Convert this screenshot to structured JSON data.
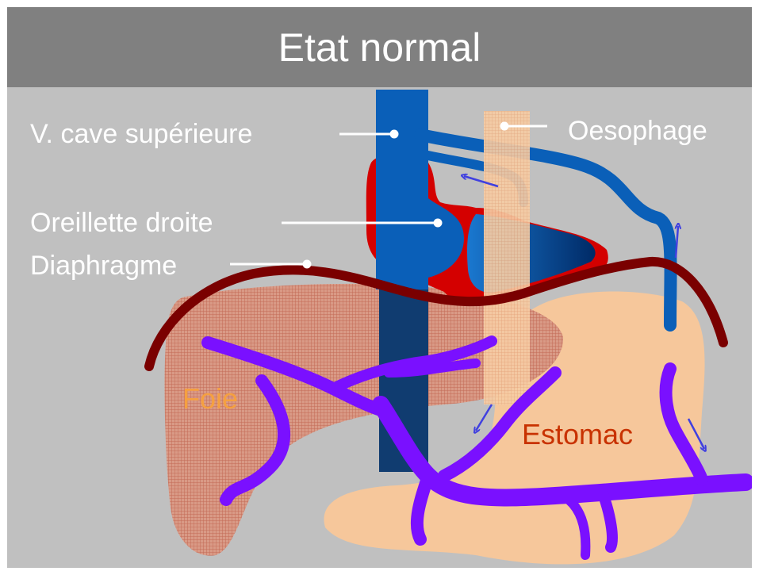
{
  "title": "Etat normal",
  "labels": {
    "vena_cava": "V. cave supérieure",
    "oesophagus": "Oesophage",
    "right_atrium": "Oreillette droite",
    "diaphragm": "Diaphragme",
    "liver": "Foie",
    "stomach": "Estomac"
  },
  "colors": {
    "background": "#c0c0c0",
    "title_bar": "#808080",
    "vein_blue": "#0a5fb8",
    "heart_red": "#d40000",
    "diaphragm": "#7a0000",
    "portal_vein_purple": "#7a10ff",
    "liver_orange": "#f5a040",
    "stomach_peach": "#f6c79b",
    "estomac_label": "#c83200",
    "arrow_blue": "#4040e0"
  }
}
